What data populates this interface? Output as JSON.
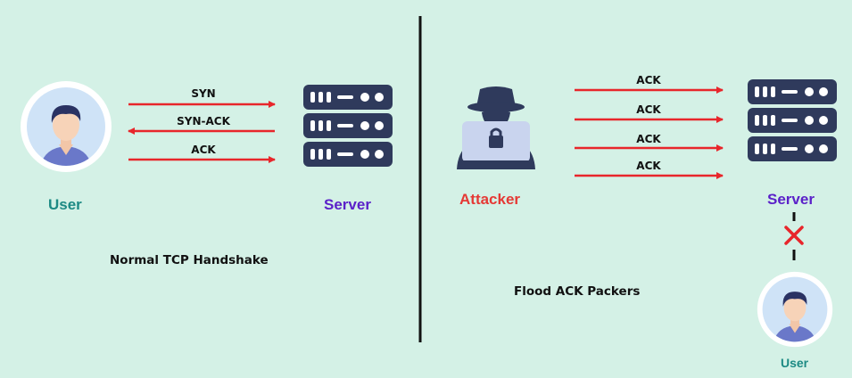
{
  "left": {
    "user_label": "User",
    "server_label": "Server",
    "caption": "Normal TCP Handshake",
    "arrows": [
      "SYN",
      "SYN-ACK",
      "ACK"
    ]
  },
  "right": {
    "attacker_label": "Attacker",
    "server_label": "Server",
    "user_label": "User",
    "caption": "Flood ACK Packers",
    "arrows": [
      "ACK",
      "ACK",
      "ACK",
      "ACK"
    ]
  },
  "colors": {
    "background": "#d4f1e6",
    "arrow": "#e8262b",
    "server": "#2f3a5c",
    "user_label": "#1d8a84",
    "server_label": "#5b21c9",
    "attacker_label": "#e53935"
  },
  "icons": [
    "user-avatar-icon",
    "server-rack-icon",
    "attacker-hacker-icon",
    "blocked-x-icon"
  ]
}
